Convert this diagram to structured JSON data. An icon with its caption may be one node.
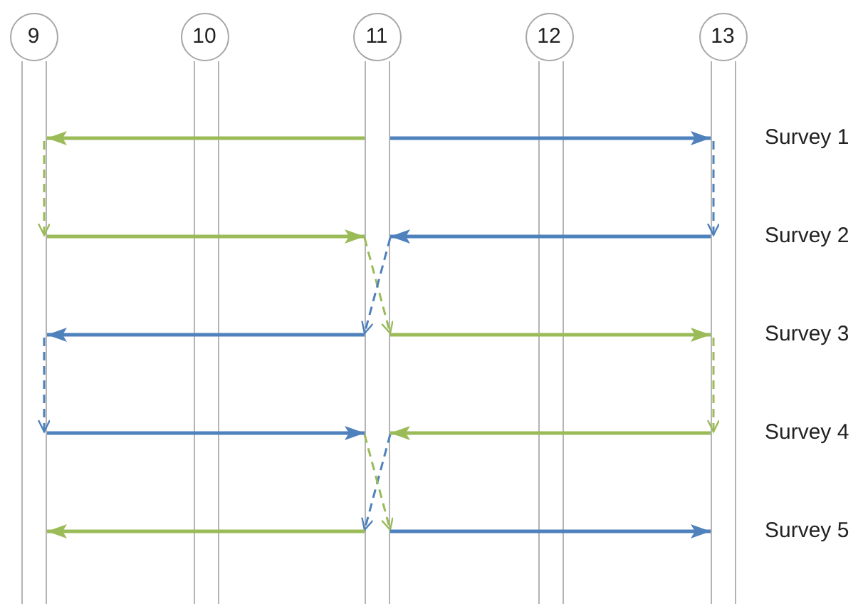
{
  "diagram": {
    "nodes": [
      {
        "text": [
          "9"
        ]
      },
      {
        "text": [
          "10"
        ]
      },
      {
        "text": [
          "11"
        ]
      },
      {
        "text": [
          "12"
        ]
      },
      {
        "text": [
          "13"
        ]
      }
    ],
    "edges": [
      {
        "from": 2,
        "to": 0,
        "arrow": "to",
        "color": "#9bbb59"
      },
      {
        "from": 2,
        "to": 4,
        "arrow": "to",
        "color": "#4f81bd"
      },
      {
        "from": 0,
        "to": 0,
        "arrow": "to",
        "style": "dashed",
        "color": "#9bbb59"
      },
      {
        "from": 4,
        "to": 4,
        "arrow": "to",
        "style": "dashed",
        "color": "#4f81bd"
      },
      {
        "from": 0,
        "to": 2,
        "arrow": "to",
        "color": "#9bbb59"
      },
      {
        "from": 4,
        "to": 2,
        "arrow": "to",
        "color": "#4f81bd"
      },
      {
        "from": 2,
        "to": 2,
        "arrow": "to",
        "style": "dashed",
        "color": "#9bbb59"
      },
      {
        "from": 2,
        "to": 2,
        "arrow": "to",
        "style": "dashed",
        "color": "#4f81bd"
      },
      {
        "from": 2,
        "to": 0,
        "arrow": "to",
        "color": "#4f81bd"
      },
      {
        "from": 2,
        "to": 4,
        "arrow": "to",
        "color": "#9bbb59"
      },
      {
        "from": 0,
        "to": 0,
        "arrow": "to",
        "style": "dashed",
        "color": "#4f81bd"
      },
      {
        "from": 4,
        "to": 4,
        "arrow": "to",
        "style": "dashed",
        "color": "#9bbb59"
      },
      {
        "from": 0,
        "to": 2,
        "arrow": "to",
        "color": "#4f81bd"
      },
      {
        "from": 4,
        "to": 2,
        "arrow": "to",
        "color": "#9bbb59"
      },
      {
        "from": 2,
        "to": 2,
        "arrow": "to",
        "style": "dashed",
        "color": "#4f81bd"
      },
      {
        "from": 2,
        "to": 2,
        "arrow": "to",
        "style": "dashed",
        "color": "#9bbb59"
      },
      {
        "from": 2,
        "to": 0,
        "arrow": "to",
        "color": "#9bbb59"
      },
      {
        "from": 2,
        "to": 4,
        "arrow": "to",
        "color": "#4f81bd"
      }
    ],
    "labels": [
      "Survey 1",
      "Survey 2",
      "Survey 3",
      "Survey 4",
      "Survey 5"
    ]
  }
}
